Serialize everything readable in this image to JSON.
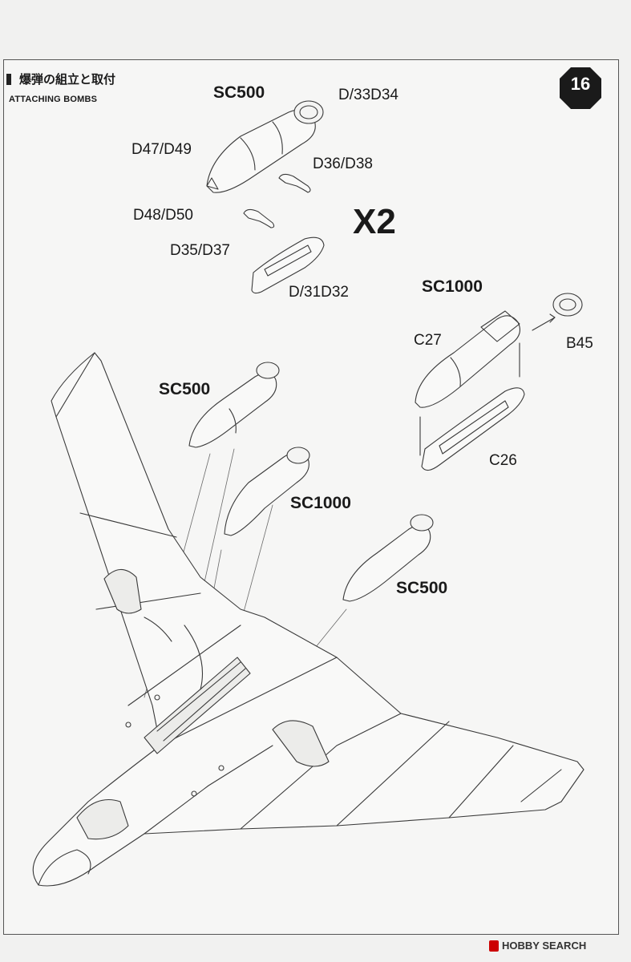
{
  "header": {
    "title_jp": "爆弾の組立と取付",
    "title_en": "ATTACHING BOMBS",
    "step_number": "16"
  },
  "multiplier": "X2",
  "labels": {
    "sc500_top": "SC500",
    "d33d34": "D/33D34",
    "d47d49": "D47/D49",
    "d36d38": "D36/D38",
    "d48d50": "D48/D50",
    "d35d37": "D35/D37",
    "d31d32": "D/31D32",
    "sc1000_right": "SC1000",
    "c27": "C27",
    "b45": "B45",
    "c26": "C26",
    "sc500_left": "SC500",
    "sc1000_mid": "SC1000",
    "sc500_right": "SC500"
  },
  "watermark": {
    "text": "HOBBY SEARCH"
  }
}
